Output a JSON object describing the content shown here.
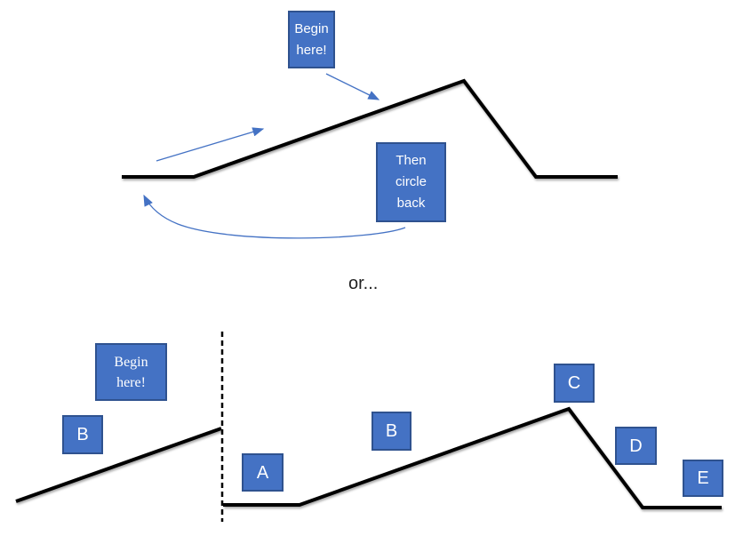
{
  "top_diagram": {
    "begin_label": "Begin here!",
    "begin_lines": [
      "Begin",
      "here!"
    ],
    "then_lines": [
      "Then",
      "circle",
      "back"
    ],
    "colors": {
      "box_fill": "#4472c4",
      "box_border": "#2f528f",
      "arrow": "#4472c4",
      "line": "#000000"
    }
  },
  "separator_text": "or...",
  "bottom_diagram": {
    "begin_lines": [
      "Begin",
      "here!"
    ],
    "labels": {
      "b_left": "B",
      "a": "A",
      "b_right": "B",
      "c": "C",
      "d": "D",
      "e": "E"
    }
  }
}
